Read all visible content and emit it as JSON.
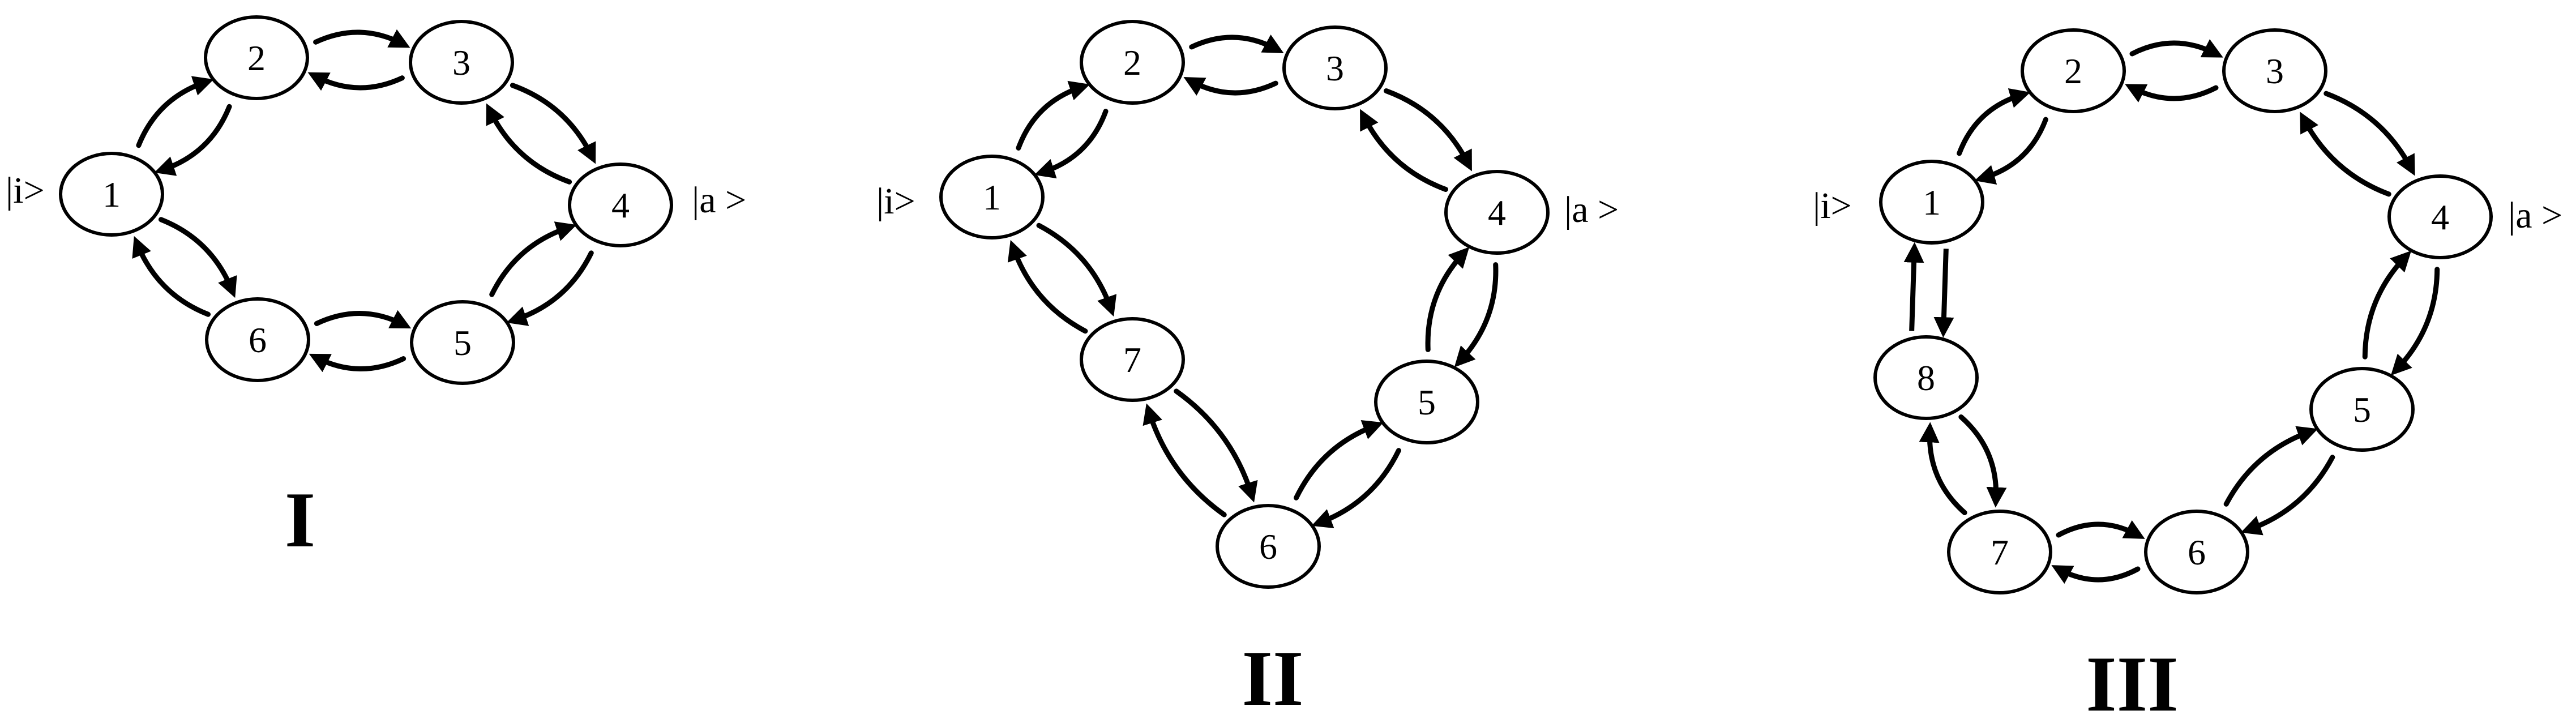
{
  "diagrams": [
    {
      "label": "I",
      "initial_state": "|i>",
      "final_state": "|a >",
      "nodes": [
        "1",
        "2",
        "3",
        "4",
        "5",
        "6"
      ]
    },
    {
      "label": "II",
      "initial_state": "|i>",
      "final_state": "|a >",
      "nodes": [
        "1",
        "2",
        "3",
        "4",
        "5",
        "6",
        "7"
      ]
    },
    {
      "label": "III",
      "initial_state": "|i>",
      "final_state": "|a >",
      "nodes": [
        "1",
        "2",
        "3",
        "4",
        "5",
        "6",
        "7",
        "8"
      ]
    }
  ]
}
